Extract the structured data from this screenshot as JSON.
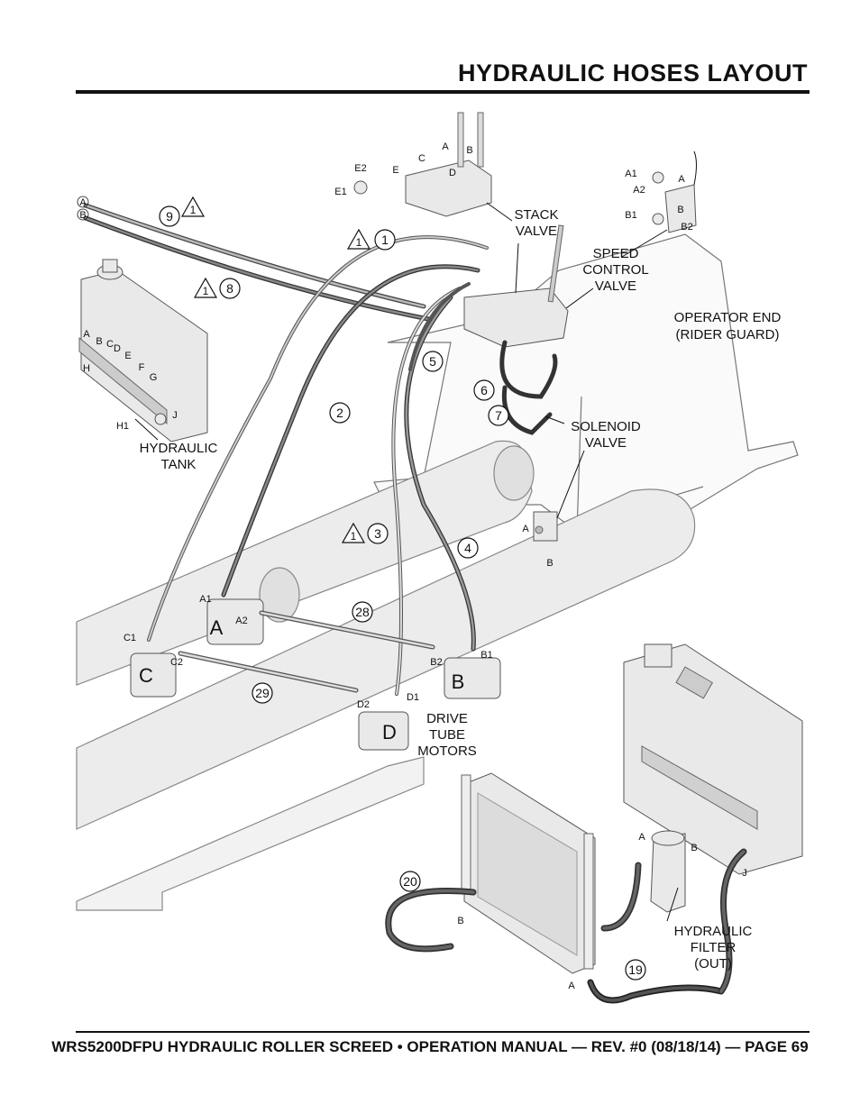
{
  "title": "HYDRAULIC HOSES LAYOUT",
  "footer": "WRS5200DFPU HYDRAULIC ROLLER SCREED • OPERATION MANUAL — REV. #0 (08/18/14) — PAGE 69",
  "labels": {
    "stack_valve": [
      "STACK",
      "VALVE"
    ],
    "speed_control_valve": [
      "SPEED",
      "CONTROL",
      "VALVE"
    ],
    "operator_end": [
      "OPERATOR END",
      "(RIDER GUARD)"
    ],
    "hydraulic_tank": [
      "HYDRAULIC",
      "TANK"
    ],
    "solenoid_valve": [
      "SOLENOID",
      "VALVE"
    ],
    "drive_tube_motors": [
      "DRIVE",
      "TUBE",
      "MOTORS"
    ],
    "hydraulic_filter": [
      "HYDRAULIC",
      "FILTER",
      "(OUT)"
    ]
  },
  "motors": [
    "A",
    "B",
    "C",
    "D"
  ],
  "hose_numbers": [
    "9",
    "1",
    "8",
    "2",
    "3",
    "4",
    "5",
    "6",
    "7",
    "28",
    "29",
    "20",
    "19"
  ],
  "warning_marks": [
    "1",
    "1",
    "1",
    "1"
  ],
  "ports": {
    "stack": [
      "A",
      "B",
      "C",
      "D",
      "E",
      "E1",
      "E2"
    ],
    "speed": [
      "A1",
      "A2",
      "A",
      "B",
      "B1",
      "B2"
    ],
    "tank": [
      "A",
      "B",
      "C",
      "D",
      "E",
      "F",
      "G",
      "H",
      "H1",
      "J"
    ],
    "motor_a": [
      "A1",
      "A2"
    ],
    "motor_b": [
      "B1",
      "B2"
    ],
    "motor_c": [
      "C1",
      "C2"
    ],
    "motor_d": [
      "D1",
      "D2"
    ],
    "solenoid": [
      "A",
      "B"
    ],
    "filter": [
      "A",
      "B",
      "J"
    ],
    "cooler": [
      "B",
      "A"
    ],
    "hose_ends": [
      "A",
      "B"
    ]
  }
}
